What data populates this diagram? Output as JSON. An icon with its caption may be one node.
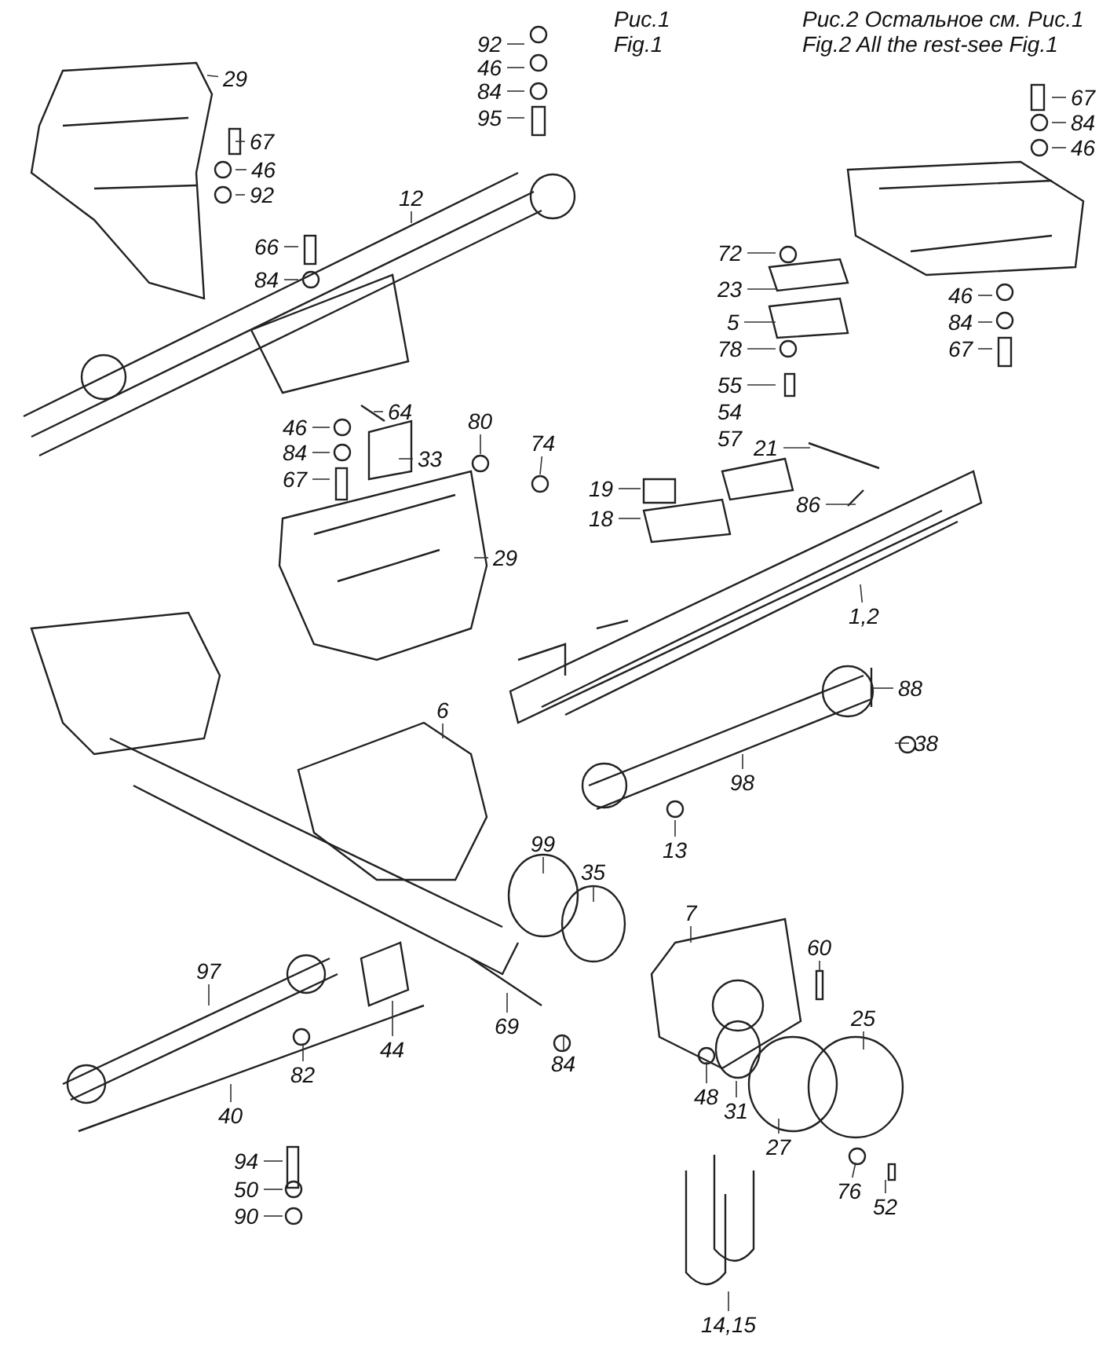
{
  "diagram": {
    "nodes": [
      {
        "text": [
          "29"
        ]
      },
      {
        "text": [
          "67"
        ]
      },
      {
        "text": [
          "46"
        ]
      },
      {
        "text": [
          "92"
        ]
      },
      {
        "text": [
          "92"
        ]
      },
      {
        "text": [
          "46"
        ]
      },
      {
        "text": [
          "84"
        ]
      },
      {
        "text": [
          "95"
        ]
      },
      {
        "text": [
          "12"
        ]
      },
      {
        "text": [
          "66"
        ]
      },
      {
        "text": [
          "84"
        ]
      },
      {
        "text": [
          "67"
        ]
      },
      {
        "text": [
          "84"
        ]
      },
      {
        "text": [
          "46"
        ]
      },
      {
        "text": [
          "46"
        ]
      },
      {
        "text": [
          "84"
        ]
      },
      {
        "text": [
          "67"
        ]
      },
      {
        "text": [
          "72"
        ]
      },
      {
        "text": [
          "23"
        ]
      },
      {
        "text": [
          "5"
        ]
      },
      {
        "text": [
          "78"
        ]
      },
      {
        "text": [
          "55"
        ]
      },
      {
        "text": [
          "21"
        ]
      },
      {
        "text": [
          "86"
        ]
      },
      {
        "text": [
          "19"
        ]
      },
      {
        "text": [
          "18"
        ]
      },
      {
        "text": [
          "64"
        ]
      },
      {
        "text": [
          "33"
        ]
      },
      {
        "text": [
          "80"
        ]
      },
      {
        "text": [
          "74"
        ]
      },
      {
        "text": [
          "46"
        ]
      },
      {
        "text": [
          "84"
        ]
      },
      {
        "text": [
          "67"
        ]
      },
      {
        "text": [
          "29"
        ]
      },
      {
        "text": [
          "1,2"
        ]
      },
      {
        "text": [
          "88"
        ]
      },
      {
        "text": [
          "38"
        ]
      },
      {
        "text": [
          "98"
        ]
      },
      {
        "text": [
          "13"
        ]
      },
      {
        "text": [
          "6"
        ]
      },
      {
        "text": [
          "99"
        ]
      },
      {
        "text": [
          "35"
        ]
      },
      {
        "text": [
          "7"
        ]
      },
      {
        "text": [
          "60"
        ]
      },
      {
        "text": [
          "25"
        ]
      },
      {
        "text": [
          "44"
        ]
      },
      {
        "text": [
          "69"
        ]
      },
      {
        "text": [
          "84"
        ]
      },
      {
        "text": [
          "97"
        ]
      },
      {
        "text": [
          "82"
        ]
      },
      {
        "text": [
          "40"
        ]
      },
      {
        "text": [
          "48"
        ]
      },
      {
        "text": [
          "31"
        ]
      },
      {
        "text": [
          "27"
        ]
      },
      {
        "text": [
          "76"
        ]
      },
      {
        "text": [
          "52"
        ]
      },
      {
        "text": [
          "94"
        ]
      },
      {
        "text": [
          "50"
        ]
      },
      {
        "text": [
          "90"
        ]
      },
      {
        "text": [
          "14,15"
        ]
      }
    ],
    "edges": [
      {
        "from": 0,
        "to": null,
        "arrow": "none"
      },
      {
        "from": 1,
        "to": null,
        "arrow": "none"
      },
      {
        "from": 2,
        "to": null,
        "arrow": "none"
      },
      {
        "from": 3,
        "to": null,
        "arrow": "none"
      },
      {
        "from": 4,
        "to": null,
        "arrow": "none"
      },
      {
        "from": 5,
        "to": null,
        "arrow": "none"
      },
      {
        "from": 6,
        "to": null,
        "arrow": "none"
      },
      {
        "from": 7,
        "to": null,
        "arrow": "none"
      },
      {
        "from": 8,
        "to": null,
        "arrow": "none"
      },
      {
        "from": 9,
        "to": null,
        "arrow": "none"
      },
      {
        "from": 10,
        "to": null,
        "arrow": "none"
      },
      {
        "from": 11,
        "to": null,
        "arrow": "none"
      },
      {
        "from": 12,
        "to": null,
        "arrow": "none"
      },
      {
        "from": 13,
        "to": null,
        "arrow": "none"
      },
      {
        "from": 14,
        "to": null,
        "arrow": "none"
      },
      {
        "from": 15,
        "to": null,
        "arrow": "none"
      },
      {
        "from": 16,
        "to": null,
        "arrow": "none"
      },
      {
        "from": 17,
        "to": null,
        "arrow": "none"
      },
      {
        "from": 18,
        "to": null,
        "arrow": "none"
      },
      {
        "from": 19,
        "to": null,
        "arrow": "none"
      },
      {
        "from": 20,
        "to": null,
        "arrow": "none"
      },
      {
        "from": 21,
        "to": null,
        "arrow": "none"
      },
      {
        "from": 22,
        "to": null,
        "arrow": "none"
      },
      {
        "from": 23,
        "to": null,
        "arrow": "none"
      },
      {
        "from": 24,
        "to": null,
        "arrow": "none"
      },
      {
        "from": 25,
        "to": null,
        "arrow": "none"
      },
      {
        "from": 26,
        "to": null,
        "arrow": "none"
      },
      {
        "from": 27,
        "to": null,
        "arrow": "none"
      },
      {
        "from": 28,
        "to": null,
        "arrow": "none"
      },
      {
        "from": 29,
        "to": null,
        "arrow": "none"
      },
      {
        "from": 30,
        "to": null,
        "arrow": "none"
      },
      {
        "from": 31,
        "to": null,
        "arrow": "none"
      },
      {
        "from": 32,
        "to": null,
        "arrow": "none"
      },
      {
        "from": 33,
        "to": null,
        "arrow": "none"
      },
      {
        "from": 34,
        "to": null,
        "arrow": "none"
      },
      {
        "from": 35,
        "to": null,
        "arrow": "none"
      },
      {
        "from": 36,
        "to": null,
        "arrow": "none"
      },
      {
        "from": 37,
        "to": null,
        "arrow": "none"
      },
      {
        "from": 38,
        "to": null,
        "arrow": "none"
      },
      {
        "from": 39,
        "to": null,
        "arrow": "none"
      },
      {
        "from": 40,
        "to": null,
        "arrow": "none"
      },
      {
        "from": 41,
        "to": null,
        "arrow": "none"
      },
      {
        "from": 42,
        "to": null,
        "arrow": "none"
      },
      {
        "from": 43,
        "to": null,
        "arrow": "none"
      },
      {
        "from": 44,
        "to": null,
        "arrow": "none"
      },
      {
        "from": 45,
        "to": null,
        "arrow": "none"
      },
      {
        "from": 46,
        "to": null,
        "arrow": "none"
      },
      {
        "from": 47,
        "to": null,
        "arrow": "none"
      },
      {
        "from": 48,
        "to": null,
        "arrow": "none"
      },
      {
        "from": 49,
        "to": null,
        "arrow": "none"
      },
      {
        "from": 50,
        "to": null,
        "arrow": "none"
      },
      {
        "from": 51,
        "to": null,
        "arrow": "none"
      },
      {
        "from": 52,
        "to": null,
        "arrow": "none"
      },
      {
        "from": 53,
        "to": null,
        "arrow": "none"
      },
      {
        "from": 54,
        "to": null,
        "arrow": "none"
      },
      {
        "from": 55,
        "to": null,
        "arrow": "none"
      },
      {
        "from": 56,
        "to": null,
        "arrow": "none"
      },
      {
        "from": 57,
        "to": null,
        "arrow": "none"
      },
      {
        "from": 58,
        "to": null,
        "arrow": "none"
      },
      {
        "from": 59,
        "to": null,
        "arrow": "none"
      }
    ],
    "labels": [
      "Рис.1",
      "Fig.1",
      "Рис.2 Остальное см. Рис.1",
      "Fig.2 All the rest-see Fig.1",
      "54",
      "57"
    ]
  }
}
